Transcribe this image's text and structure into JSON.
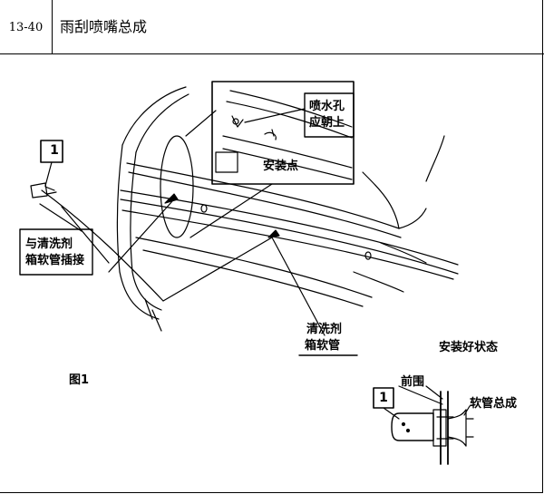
{
  "header": {
    "code": "13-40",
    "title": "雨刮喷嘴总成"
  },
  "callout_number": "1",
  "labels": {
    "hole_up_line1": "喷水孔",
    "hole_up_line2": "应朝上",
    "install_point": "安装点",
    "connect_line1": "与清洗剂",
    "connect_line2": "箱软管插接",
    "washer_hose_line1": "清洗剂",
    "washer_hose_line2": "箱软管",
    "installed_state": "安装好状态",
    "figure": "图1",
    "front_panel": "前围",
    "hose_assembly": "软管总成"
  }
}
